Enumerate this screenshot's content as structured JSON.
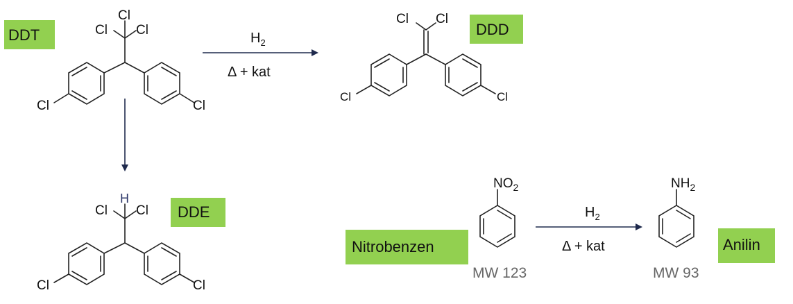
{
  "labels": {
    "ddt": "DDT",
    "ddd": "DDD",
    "dde": "DDE",
    "nitrobenzen": "Nitrobenzen",
    "anilin": "Anilin"
  },
  "atoms": {
    "cl": "Cl",
    "h": "H",
    "no2_main": "NO",
    "no2_sub": "2",
    "nh2_main": "NH",
    "nh2_sub": "2"
  },
  "reactions": {
    "reagent_main": "H",
    "reagent_sub": "2",
    "condition": "Δ + kat"
  },
  "molecular_weights": {
    "nitrobenzen": "MW 123",
    "anilin": "MW 93"
  },
  "colors": {
    "label_bg": "#92d050",
    "arrow": "#1f2a4d",
    "mw_text": "#666666"
  }
}
